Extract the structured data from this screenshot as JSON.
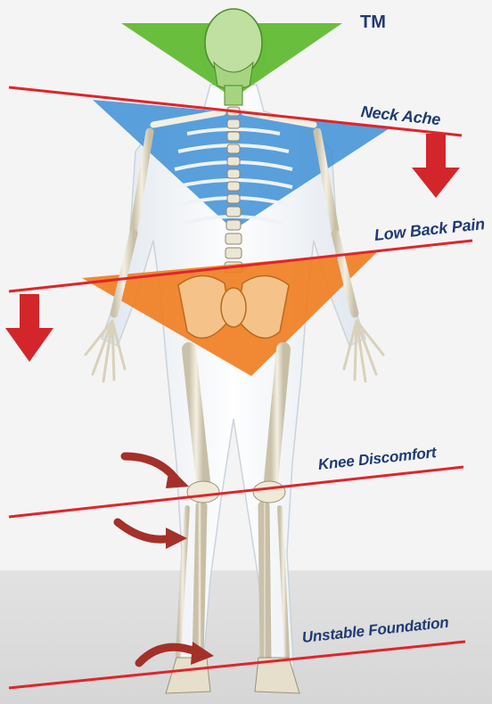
{
  "trademark": "TM",
  "labels": {
    "neck": "Neck Ache",
    "low_back": "Low Back Pain",
    "knee": "Knee Discomfort",
    "foundation": "Unstable Foundation"
  },
  "colors": {
    "line": "#e0242b",
    "arrow": "#d3262b",
    "curved_arrow": "#a4302a",
    "green": "#5bb82a",
    "blue": "#3d8fd6",
    "orange": "#f07c1e",
    "label_text": "#1f3a73"
  }
}
